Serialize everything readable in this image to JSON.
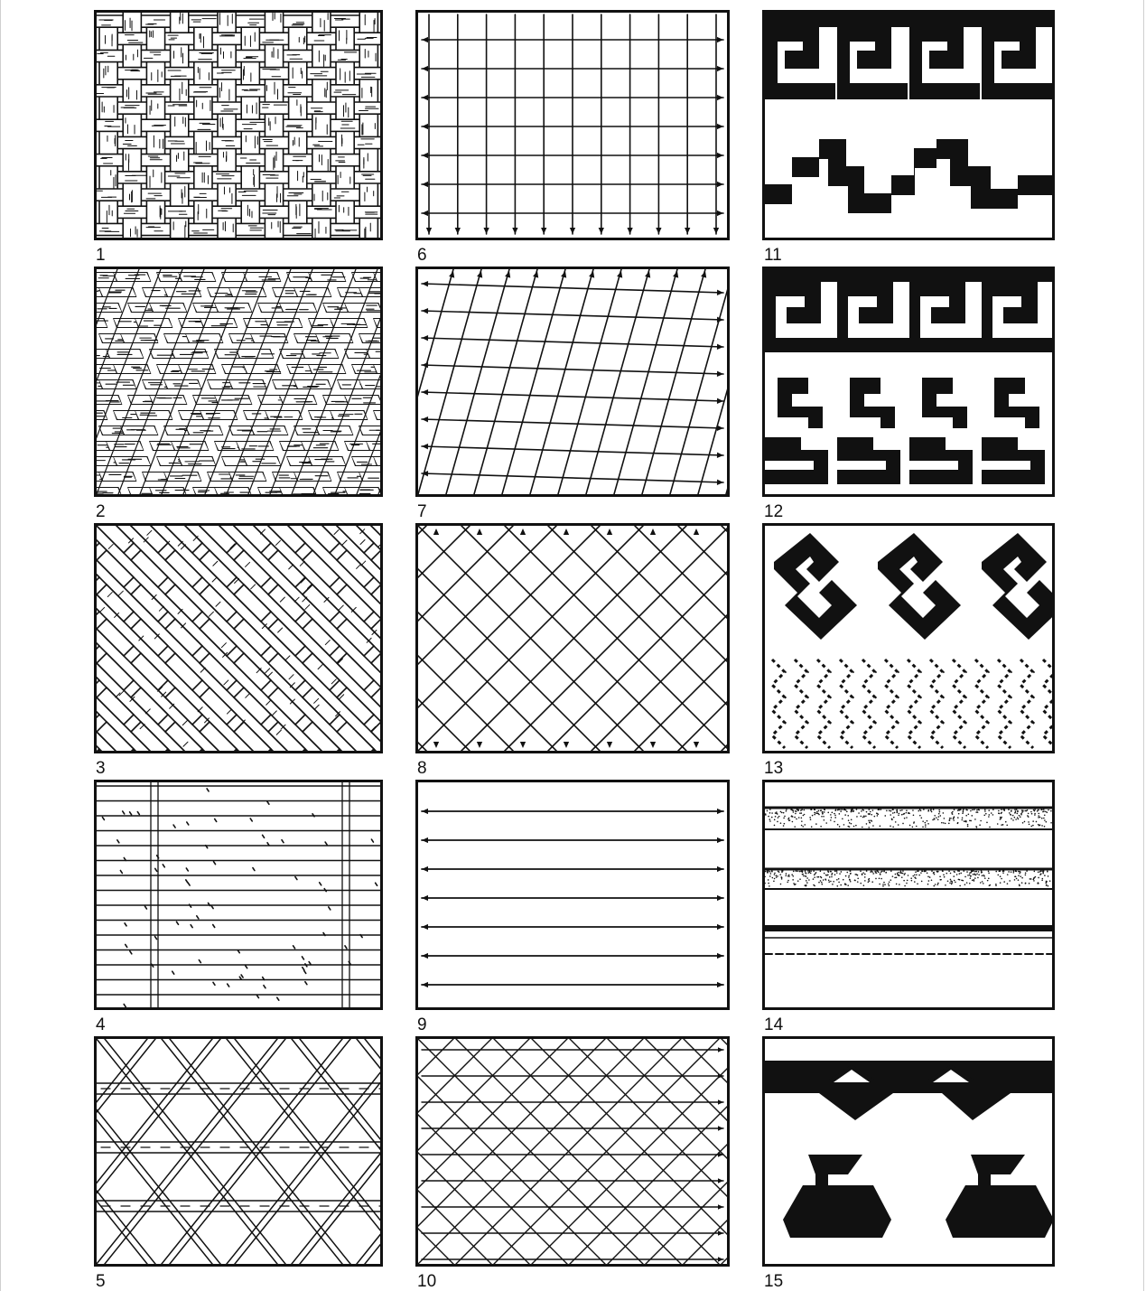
{
  "figure": {
    "panels": [
      {
        "number": "1",
        "pattern": "plain-weave"
      },
      {
        "number": "2",
        "pattern": "twill-weave"
      },
      {
        "number": "3",
        "pattern": "diagonal-weave"
      },
      {
        "number": "4",
        "pattern": "twined-mat"
      },
      {
        "number": "5",
        "pattern": "open-hexagonal-weave"
      },
      {
        "number": "6",
        "pattern": "orthogonal-grid"
      },
      {
        "number": "7",
        "pattern": "oblique-grid"
      },
      {
        "number": "8",
        "pattern": "diagonal-grid"
      },
      {
        "number": "9",
        "pattern": "parallel-lines"
      },
      {
        "number": "10",
        "pattern": "triaxial-grid"
      },
      {
        "number": "11",
        "pattern": "meander-and-stepped-fret"
      },
      {
        "number": "12",
        "pattern": "double-meander"
      },
      {
        "number": "13",
        "pattern": "s-hooks-and-zigzags"
      },
      {
        "number": "14",
        "pattern": "horizontal-bands"
      },
      {
        "number": "15",
        "pattern": "triangles-and-stepped-figures"
      }
    ]
  },
  "colors": {
    "ink": "#111111",
    "paper": "#ffffff",
    "frame": "#cfcfcf"
  }
}
